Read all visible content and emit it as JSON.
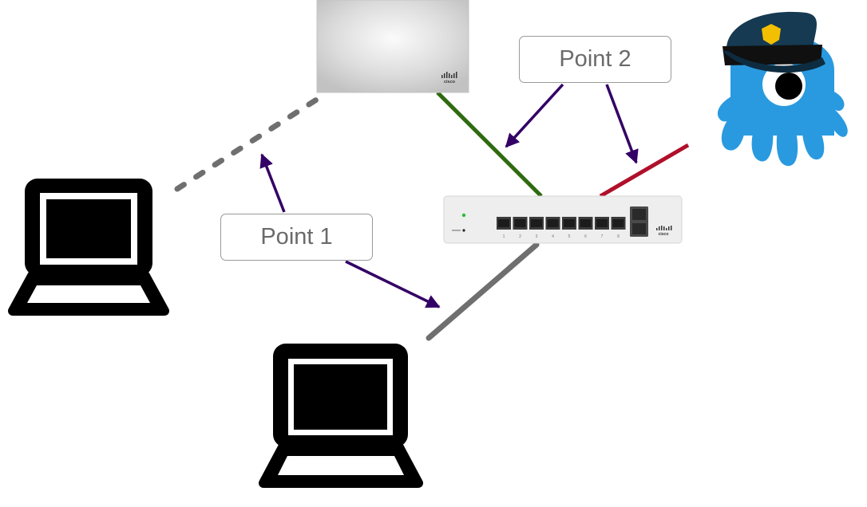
{
  "callouts": [
    {
      "label": "Point 1"
    },
    {
      "label": "Point 2"
    }
  ],
  "devices": {
    "access_point": {
      "brand": "cisco",
      "icon": "wireless-access-point-icon"
    },
    "switch": {
      "brand": "cisco",
      "port_numbers": [
        "1",
        "2",
        "3",
        "4",
        "5",
        "6",
        "7",
        "8"
      ],
      "port_count": 8,
      "icon": "network-switch-icon"
    },
    "laptops": [
      {
        "icon": "laptop-icon",
        "connection": "wireless"
      },
      {
        "icon": "laptop-icon",
        "connection": "wired"
      }
    ],
    "attacker": {
      "icon": "octopus-police-icon"
    }
  },
  "links": [
    {
      "from": "laptop-1",
      "to": "access-point",
      "style": "dashed",
      "color": "#6f6f6f"
    },
    {
      "from": "access-point",
      "to": "switch",
      "style": "solid",
      "color": "#2e6b0f"
    },
    {
      "from": "switch",
      "to": "attacker",
      "style": "solid",
      "color": "#b0102a"
    },
    {
      "from": "switch",
      "to": "laptop-2",
      "style": "solid",
      "color": "#6f6f6f"
    }
  ],
  "colors": {
    "arrow": "#330066",
    "octopus": "#2a9ae0",
    "police_cap": "#163a52",
    "badge": "#f2c000"
  }
}
